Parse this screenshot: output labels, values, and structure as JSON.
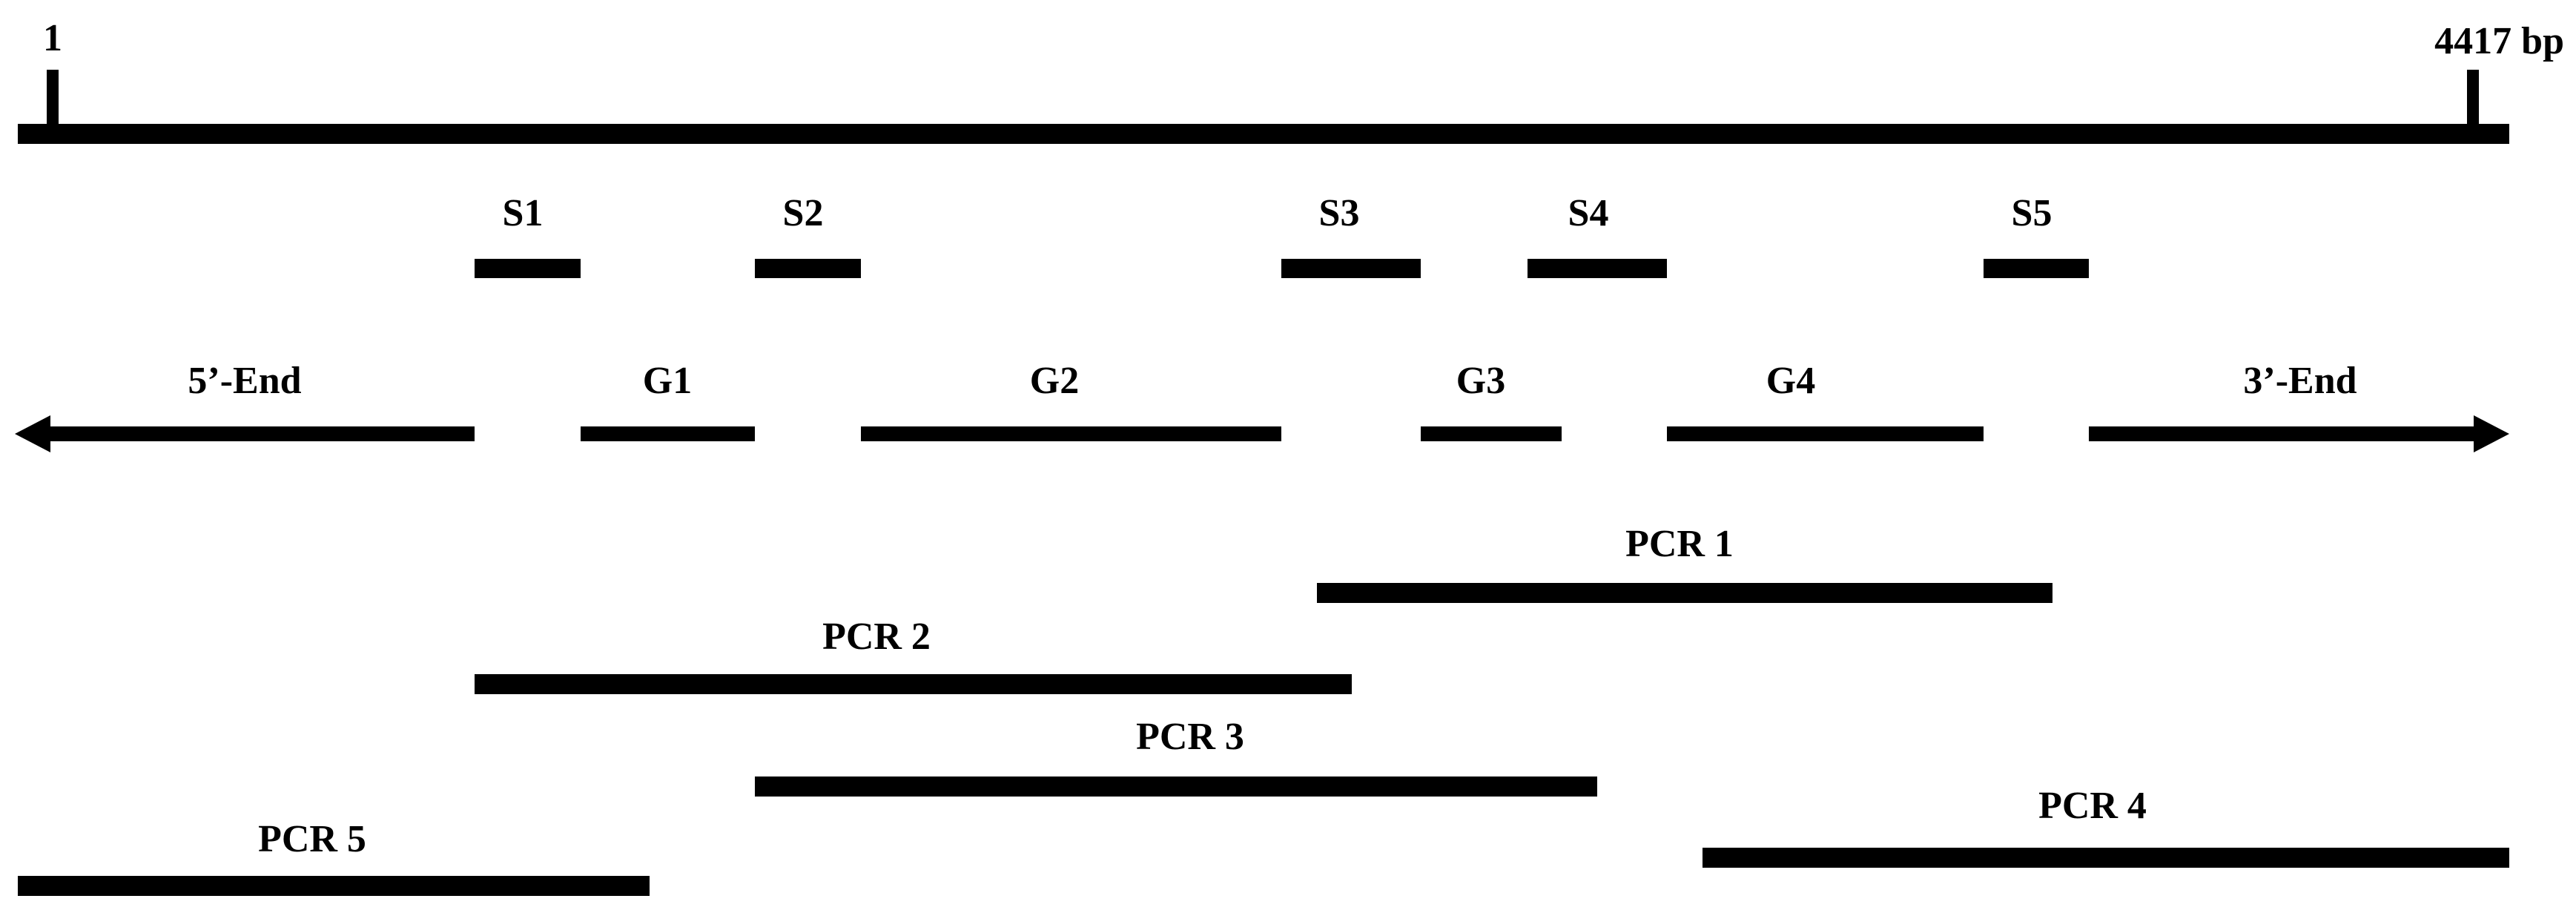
{
  "ruler": {
    "start_label": "1",
    "end_label": "4417 bp"
  },
  "sites": [
    {
      "label": "S1"
    },
    {
      "label": "S2"
    },
    {
      "label": "S3"
    },
    {
      "label": "S4"
    },
    {
      "label": "S5"
    }
  ],
  "gene_segments": [
    {
      "label": "5’-End"
    },
    {
      "label": "G1"
    },
    {
      "label": "G2"
    },
    {
      "label": "G3"
    },
    {
      "label": "G4"
    },
    {
      "label": "3’-End"
    }
  ],
  "pcr_products": [
    {
      "label": "PCR 1"
    },
    {
      "label": "PCR 2"
    },
    {
      "label": "PCR 3"
    },
    {
      "label": "PCR 4"
    },
    {
      "label": "PCR 5"
    }
  ],
  "colors": {
    "line": "#000000",
    "background": "#ffffff"
  }
}
